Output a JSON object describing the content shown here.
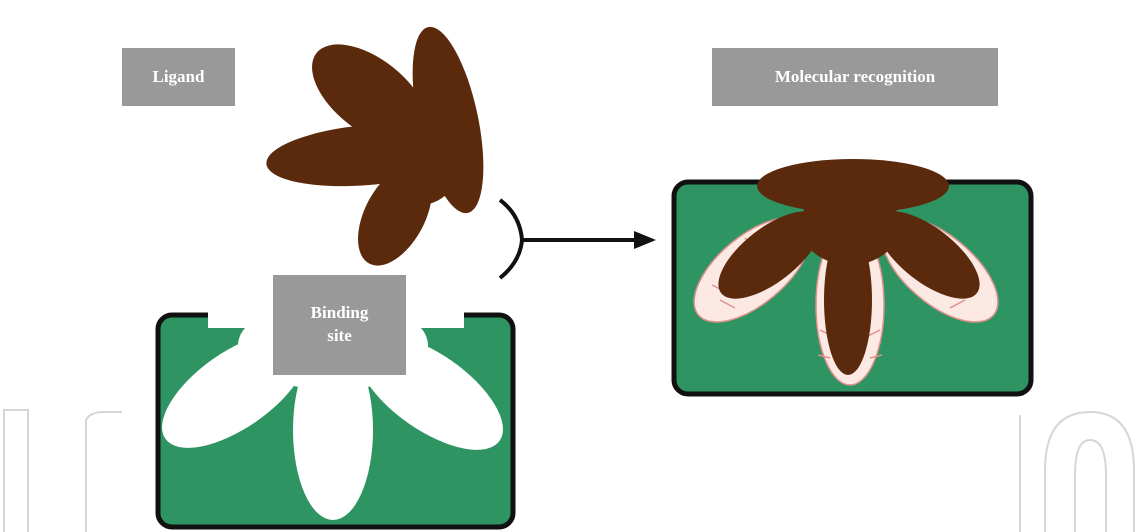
{
  "labels": {
    "ligand": "Ligand",
    "binding_site": "Binding\nsite",
    "recognition": "Molecular recognition"
  },
  "colors": {
    "ligand": "#5b2a0d",
    "receptor": "#2e9462",
    "outline": "#111111",
    "label_bg": "#999999",
    "label_text": "#ffffff",
    "interaction_lines": "#e0908a",
    "watermark": "#d4d4d4"
  },
  "icons": {
    "arrow": "reaction-arrow-icon"
  }
}
